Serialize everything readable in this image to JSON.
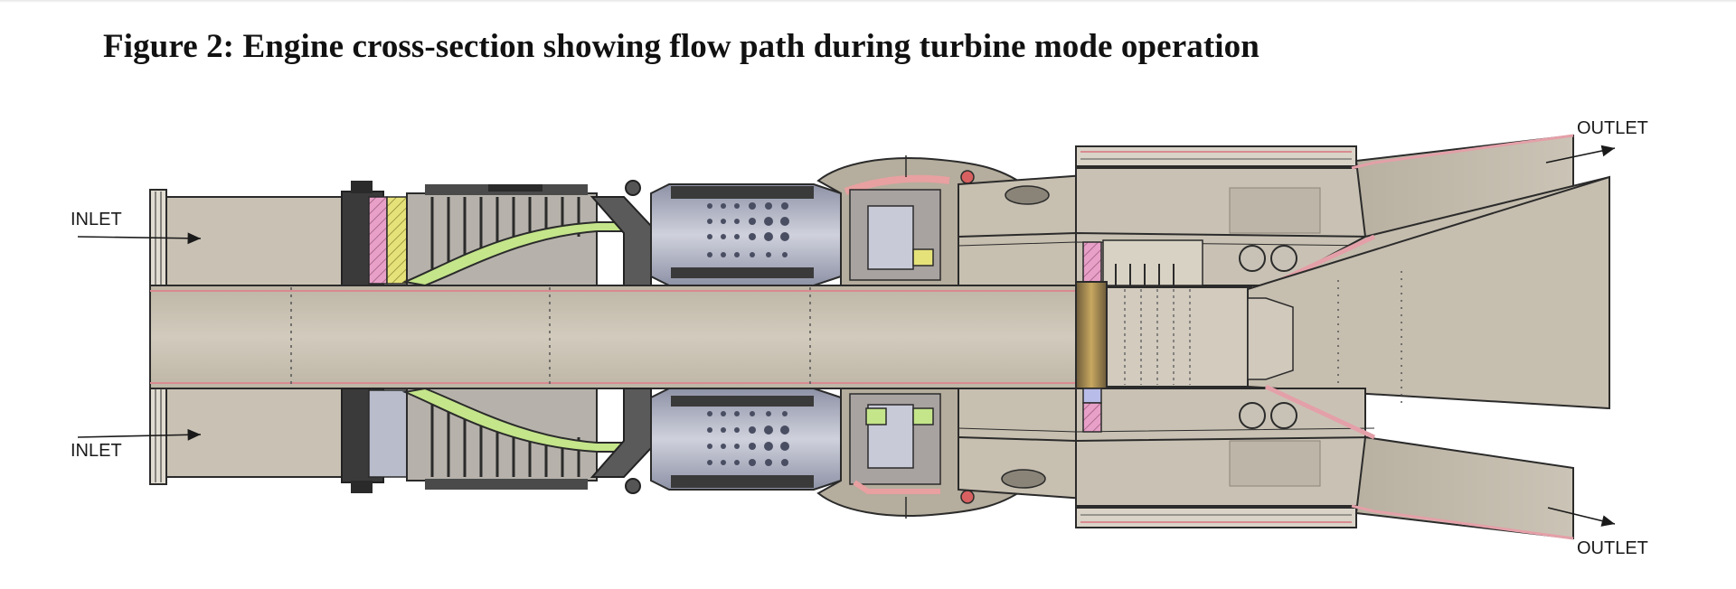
{
  "figure": {
    "title": "Figure 2: Engine cross-section showing flow path during turbine mode operation"
  },
  "labels": {
    "inlet_top": "INLET",
    "inlet_bottom": "INLET",
    "outlet_top": "OUTLET",
    "outlet_bottom": "OUTLET"
  },
  "colors": {
    "casing": "#c9c2b4",
    "shaft": "#c8c0b0",
    "outline": "#2b2b2b",
    "dark_part": "#3a3a3a",
    "combustor": "#b9bccb",
    "seal_pink": "#e8a0c8",
    "seal_yellow": "#e6e27a",
    "blade_green": "#c4e58a",
    "hot_pink": "#f2b8c0"
  }
}
